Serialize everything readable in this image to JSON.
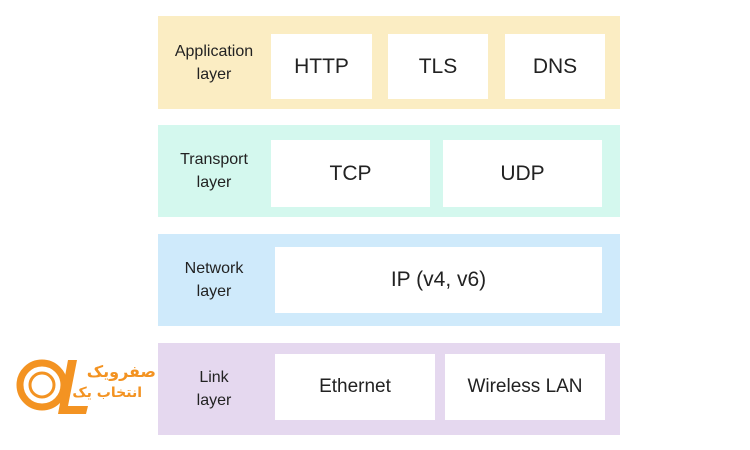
{
  "layers": [
    {
      "label": "Application\nlayer",
      "color": "#fbedc3",
      "protocols": [
        "HTTP",
        "TLS",
        "DNS"
      ]
    },
    {
      "label": "Transport\nlayer",
      "color": "#d4f8ee",
      "protocols": [
        "TCP",
        "UDP"
      ]
    },
    {
      "label": "Network\nlayer",
      "color": "#cfeafb",
      "protocols": [
        "IP (v4, v6)"
      ]
    },
    {
      "label": "Link\nlayer",
      "color": "#e5d8ef",
      "protocols": [
        "Ethernet",
        "Wireless LAN"
      ]
    }
  ],
  "logo": {
    "mark": "OL",
    "line1": "صفرویک",
    "line2": "انتخاب یک",
    "color": "#f39322"
  }
}
